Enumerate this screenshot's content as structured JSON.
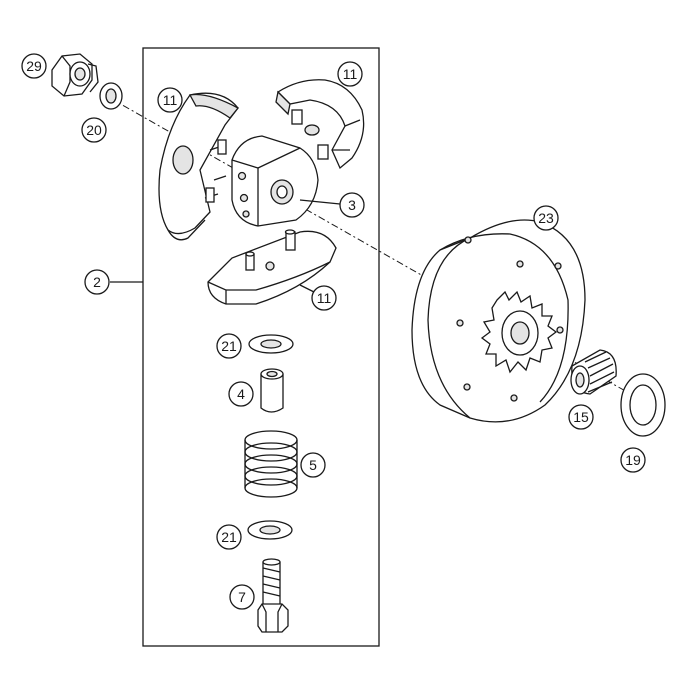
{
  "callouts": {
    "c29": "29",
    "c20": "20",
    "c11a": "11",
    "c11b": "11",
    "c11c": "11",
    "c3": "3",
    "c2": "2",
    "c23": "23",
    "c21a": "21",
    "c4": "4",
    "c5": "5",
    "c21b": "21",
    "c7": "7",
    "c15": "15",
    "c19": "19"
  }
}
